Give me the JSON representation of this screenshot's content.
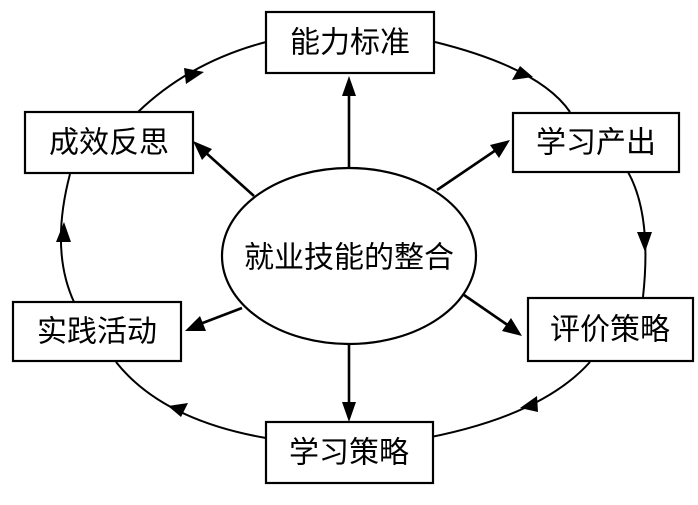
{
  "diagram": {
    "center": {
      "label": "就业技能的整合"
    },
    "nodes": [
      {
        "id": "ability-standard",
        "label": "能力标准"
      },
      {
        "id": "learning-output",
        "label": "学习产出"
      },
      {
        "id": "evaluation-strategy",
        "label": "评价策略"
      },
      {
        "id": "learning-strategy",
        "label": "学习策略"
      },
      {
        "id": "practice-activity",
        "label": "实践活动"
      },
      {
        "id": "effect-reflection",
        "label": "成效反思"
      }
    ],
    "cycle_direction": "clockwise",
    "colors": {
      "stroke": "#000000",
      "fill": "#ffffff",
      "text": "#000000"
    }
  }
}
